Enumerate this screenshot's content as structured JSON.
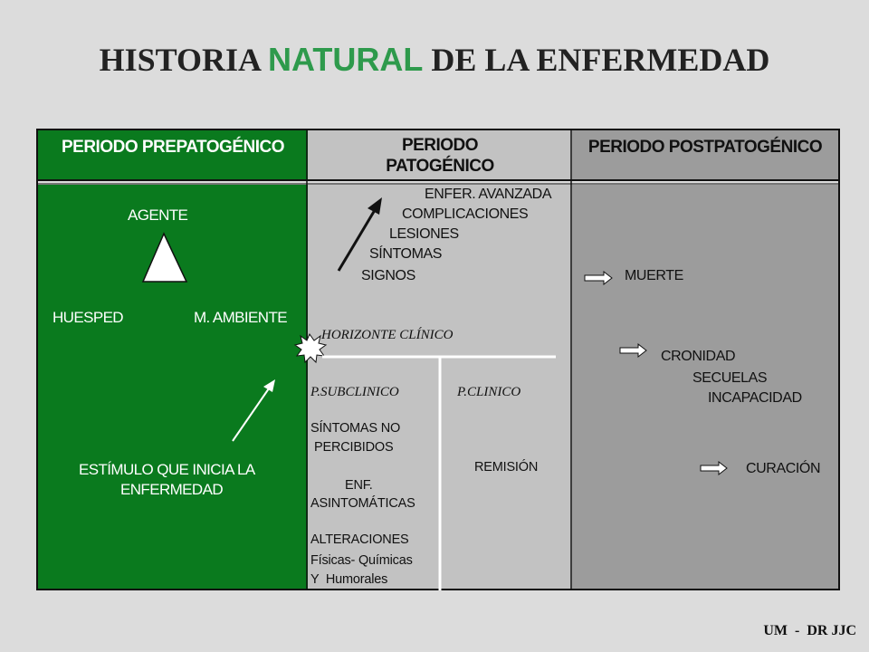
{
  "title": {
    "part1": "HISTORIA ",
    "accent": "NATURAL",
    "part2": " DE LA ENFERMEDAD"
  },
  "columns": {
    "prepatogenico": {
      "header": "PERIODO PREPATOGÉNICO",
      "triangle": {
        "top": "AGENTE",
        "left": "HUESPED",
        "right": "M. AMBIENTE"
      },
      "stimulus": [
        "ESTÍMULO QUE INICIA LA",
        "ENFERMEDAD"
      ]
    },
    "patogenico": {
      "header": [
        "PERIODO",
        "PATOGÉNICO"
      ],
      "ascending": [
        "ENFER. AVANZADA",
        "COMPLICACIONES",
        "LESIONES",
        "SÍNTOMAS",
        "SIGNOS"
      ],
      "horizonte": "HORIZONTE CLÍNICO",
      "subclinico": {
        "label": "P.SUBCLINICO",
        "items": [
          "SÍNTOMAS NO",
          "PERCIBIDOS",
          "ENF.",
          "ASINTOMÁTICAS",
          "ALTERACIONES",
          "Físicas- Químicas",
          "Y  Humorales"
        ]
      },
      "clinico": {
        "label": "P.CLINICO",
        "items": [
          "REMISIÓN"
        ]
      }
    },
    "postpatogenico": {
      "header": "PERIODO POSTPATOGÉNICO",
      "outcomes": {
        "muerte": "MUERTE",
        "cronidad": [
          "CRONIDAD",
          "SECUELAS",
          "INCAPACIDAD"
        ],
        "curacion": "CURACIÓN"
      }
    }
  },
  "footer": "UM  -  DR JJC",
  "colors": {
    "background": "#dcdcdc",
    "green": "#0a7a1e",
    "light_gray": "#c2c2c2",
    "dark_gray": "#9c9c9c",
    "title_accent": "#2e9a4c"
  },
  "icons": [
    "triangle-icon",
    "arrow-up-right-icon",
    "burst-icon",
    "arrow-right-icon"
  ]
}
